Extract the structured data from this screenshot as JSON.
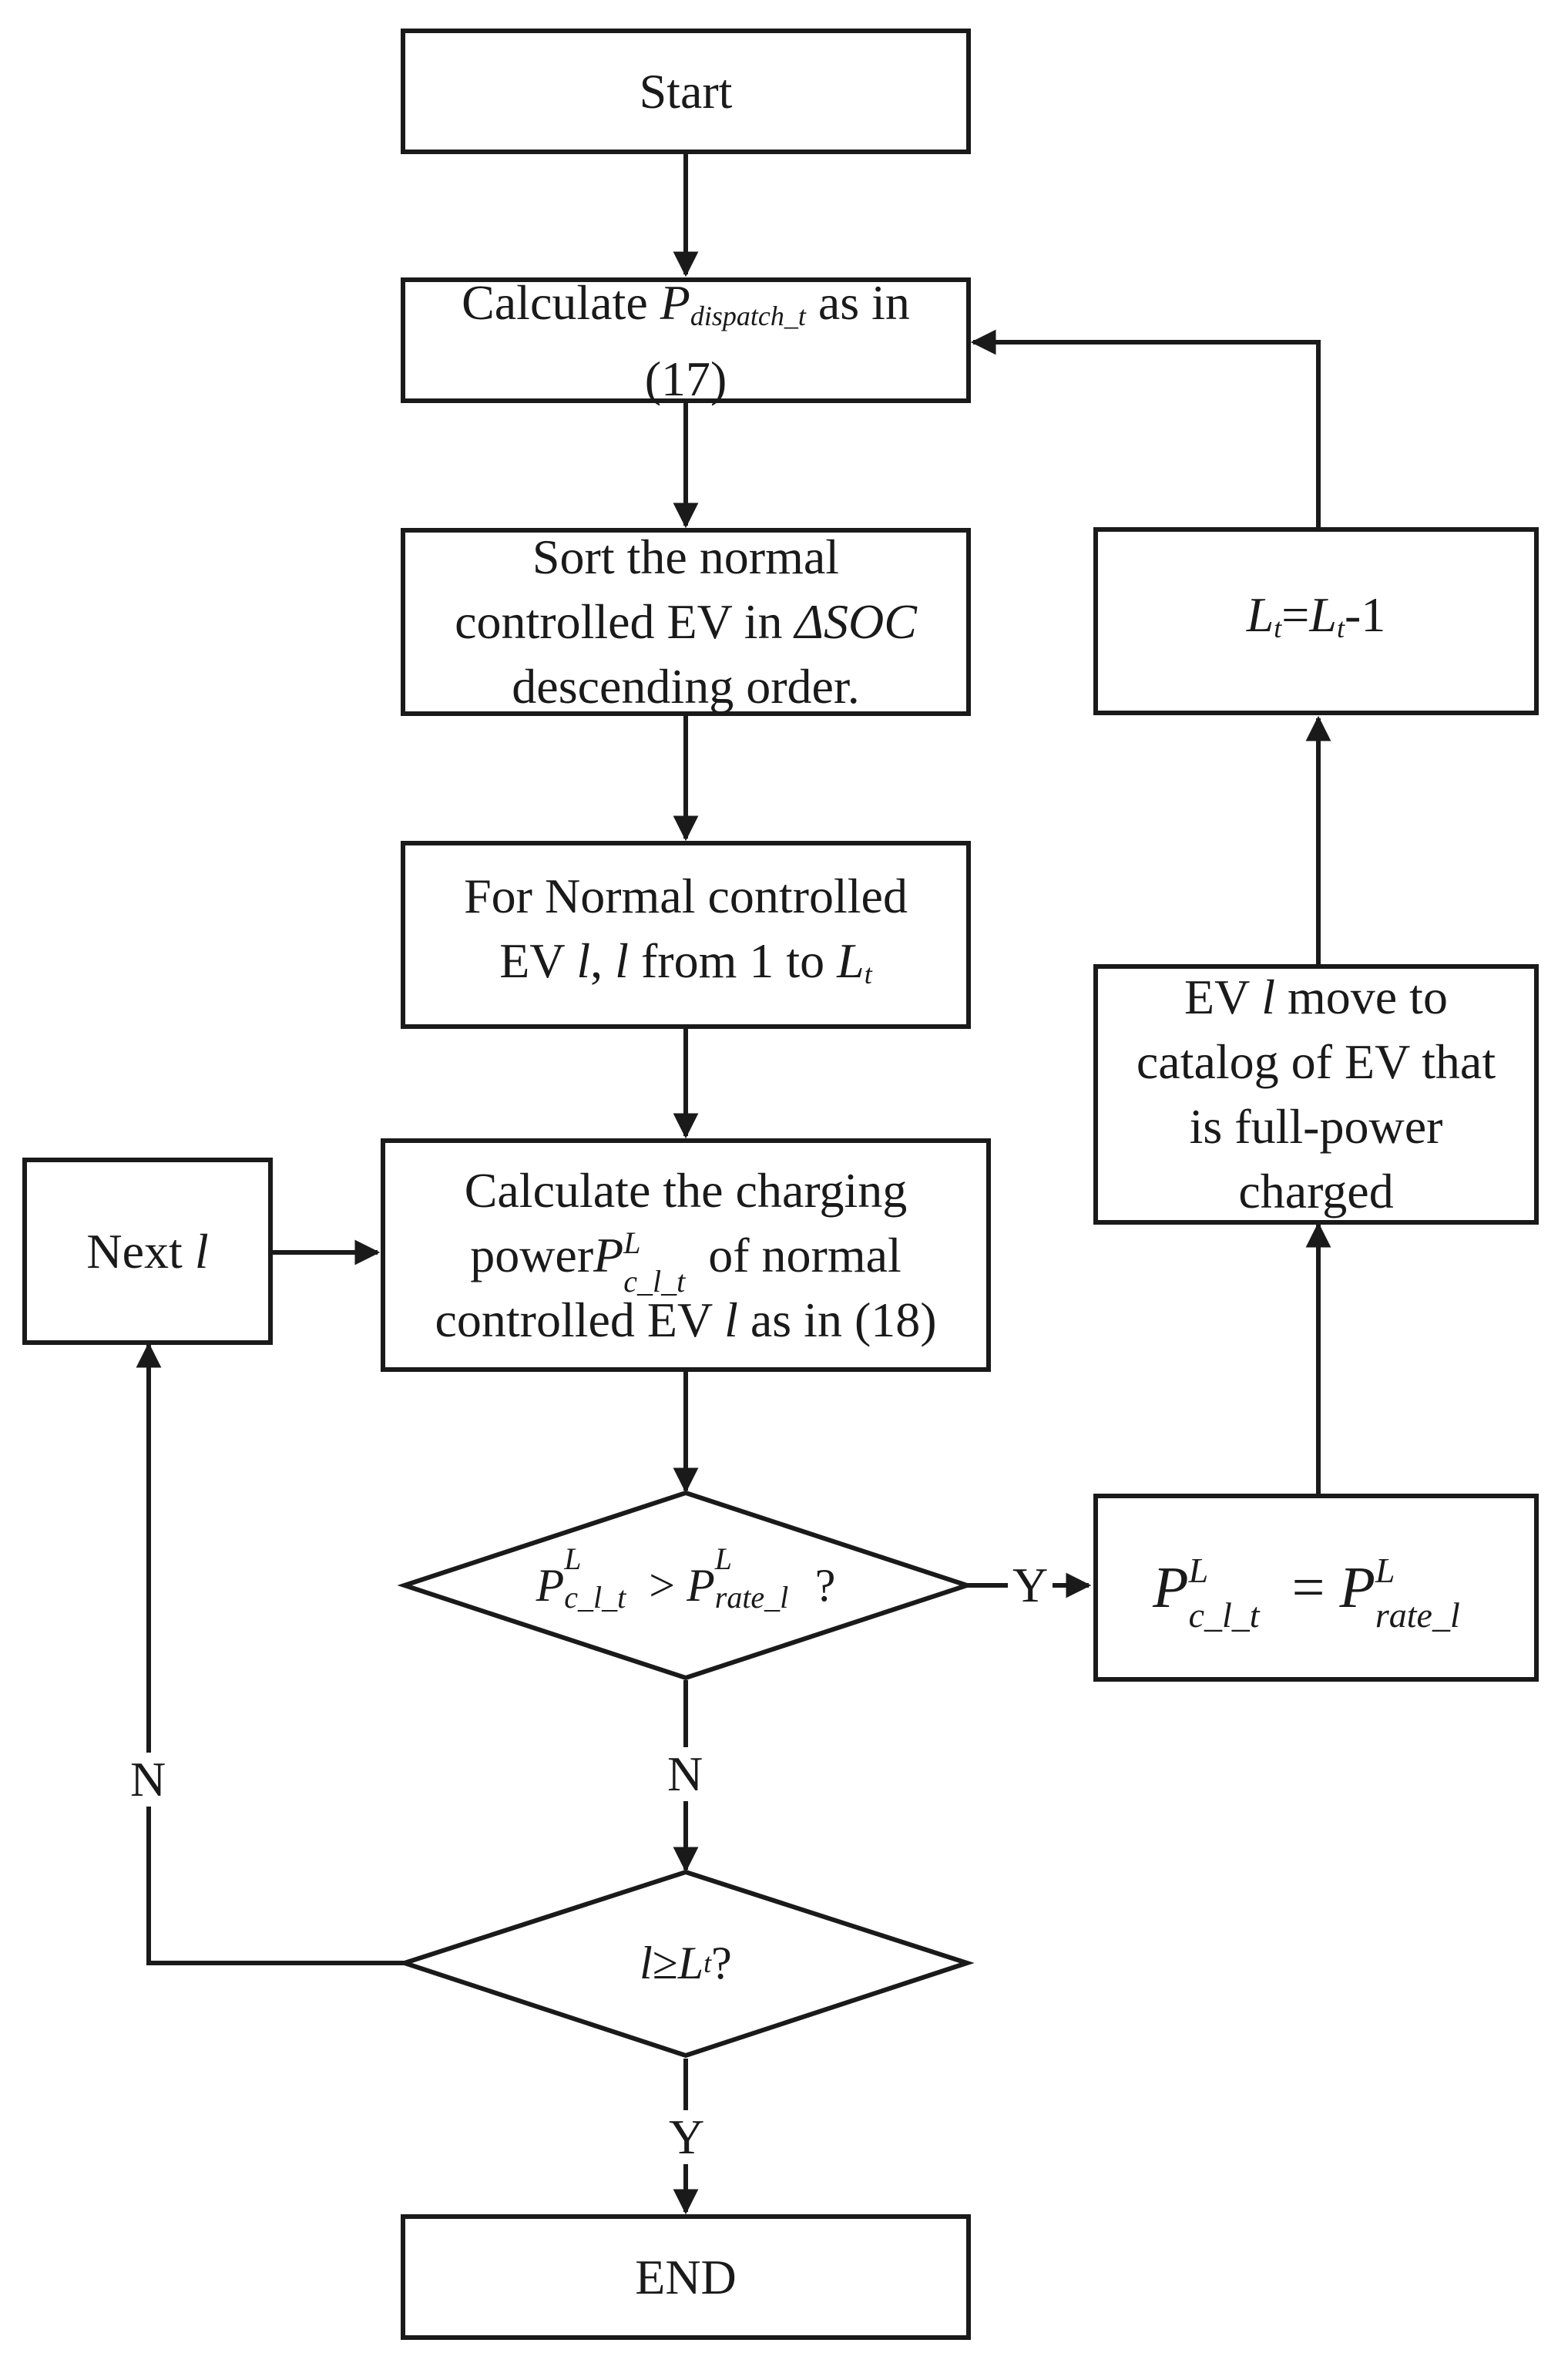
{
  "flowchart": {
    "start": "Start",
    "calc_dispatch": {
      "pre": "Calculate ",
      "var": "P",
      "var_sub": "dispatch_t",
      "post": " as in",
      "ref": "(17)"
    },
    "sort": {
      "line1": "Sort the normal",
      "line2_pre": "controlled EV in ",
      "line2_var": "ΔSOC",
      "line3": "descending order."
    },
    "for_loop": {
      "line1": "For Normal controlled",
      "line2_pre": "EV ",
      "line2_l1": "l",
      "line2_mid": ", ",
      "line2_l2": "l",
      "line2_post": " from 1 to ",
      "line2_var": "L",
      "line2_var_sub": "t"
    },
    "calc_power": {
      "line1": "Calculate the charging",
      "line2_pre": "power",
      "line2_var": "P",
      "line2_sup": "L",
      "line2_sub": "c_l_t",
      "line2_post": "of normal",
      "line3_pre": "controlled EV ",
      "line3_l": "l",
      "line3_post": " as in (18)"
    },
    "next_l": {
      "pre": "Next ",
      "var": "l"
    },
    "decision_rate": {
      "lhs": "P",
      "lhs_sup": "L",
      "lhs_sub": "c_l_t",
      "op": " > ",
      "rhs": "P",
      "rhs_sup": "L",
      "rhs_sub": "rate_l",
      "post": " ?"
    },
    "assign_rate": {
      "lhs": "P",
      "lhs_sup": "L",
      "lhs_sub": "c_l_t",
      "op": " = ",
      "rhs": "P",
      "rhs_sup": "L",
      "rhs_sub": "rate_l"
    },
    "move_catalog": {
      "line1_pre": "EV ",
      "line1_l": "l",
      "line1_post": " move to",
      "line2": "catalog of EV that",
      "line3": "is full-power",
      "line4": "charged"
    },
    "decrement": {
      "lhs": "L",
      "lhs_sub": "t",
      "eq": "=",
      "rhs": "L",
      "rhs_sub": "t",
      "post": "-1"
    },
    "decision_end": {
      "var": "l",
      "op": "≥",
      "rhs": "L",
      "rhs_sub": "t",
      "post": "?"
    },
    "end": "END",
    "labels": {
      "yes_right": "Y",
      "no_down": "N",
      "no_left": "N",
      "yes_down": "Y"
    }
  }
}
